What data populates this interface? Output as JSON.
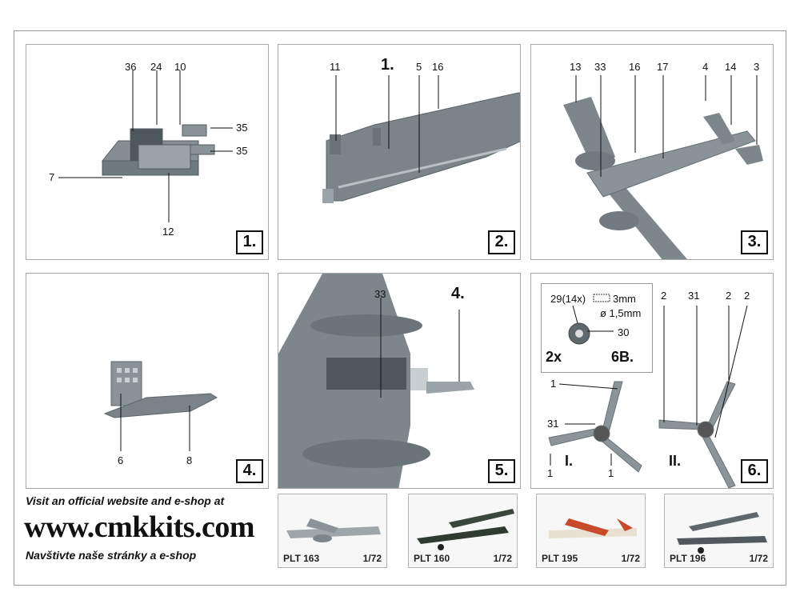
{
  "panels": [
    {
      "step": "1.",
      "labels": {
        "a": "36",
        "b": "24",
        "c": "10",
        "d": "35",
        "e": "35",
        "f": "7",
        "g": "12"
      }
    },
    {
      "step": "2.",
      "labels": {
        "a": "11",
        "b": "1.",
        "c": "5",
        "d": "16"
      }
    },
    {
      "step": "3.",
      "labels": {
        "a": "13",
        "b": "33",
        "c": "16",
        "d": "17",
        "e": "4",
        "f": "14",
        "g": "3"
      }
    },
    {
      "step": "4.",
      "labels": {
        "a": "6",
        "b": "8"
      }
    },
    {
      "step": "5.",
      "labels": {
        "a": "33",
        "b": "4."
      }
    },
    {
      "step": "6.",
      "labels": {
        "a": "29(14x)",
        "b": "3mm",
        "c": "ø 1,5mm",
        "d": "30",
        "e": "2x",
        "f": "6B.",
        "g": "2",
        "h": "31",
        "i": "2",
        "j": "2",
        "k": "1",
        "l": "31",
        "m": "1",
        "n": "1",
        "o": "I.",
        "p": "II."
      }
    }
  ],
  "footer": {
    "visit": "Visit an official website and e-shop at",
    "url": "www.cmkkits.com",
    "czech": "Navštivte naše stránky a e-shop"
  },
  "products": [
    {
      "code": "PLT 163",
      "scale": "1/72"
    },
    {
      "code": "PLT 160",
      "scale": "1/72"
    },
    {
      "code": "PLT 195",
      "scale": "1/72"
    },
    {
      "code": "PLT 196",
      "scale": "1/72"
    }
  ]
}
